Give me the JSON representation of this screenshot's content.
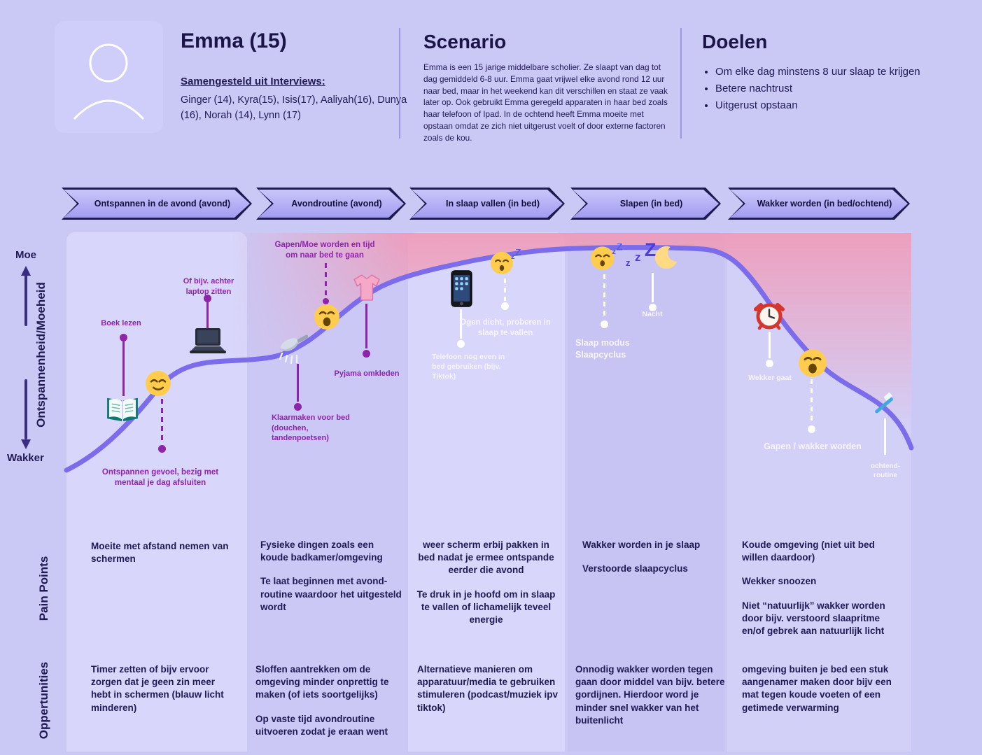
{
  "header": {
    "persona_name": "Emma (15)",
    "interviews_label": "Samengesteld uit Interviews:",
    "interviews_names": "Ginger (14), Kyra(15), Isis(17), Aaliyah(16), Dunya (16), Norah (14), Lynn (17)",
    "scenario_title": "Scenario",
    "scenario_text": "Emma is een 15 jarige middelbare scholier. Ze slaapt van dag tot dag gemiddeld 6-8 uur. Emma gaat vrijwel elke avond rond 12 uur naar bed, maar in het weekend kan dit verschillen en staat ze vaak later op. Ook gebruikt Emma geregeld apparaten in haar bed zoals haar telefoon of Ipad. In de ochtend heeft Emma moeite met opstaan omdat ze zich niet uitgerust voelt of door externe factoren zoals de kou.",
    "goals_title": "Doelen",
    "goals": [
      "Om elke dag minstens 8 uur slaap te krijgen",
      "Betere nachtrust",
      "Uitgerust opstaan"
    ]
  },
  "axis": {
    "top": "Moe",
    "label": "Ontspannenheid/Moeheid",
    "bottom": "Wakker"
  },
  "row_labels": {
    "pain": "Pain Points",
    "opportunities": "Oppertunities"
  },
  "zzz": [
    "z",
    "z",
    "Z"
  ],
  "icons": {
    "avatar": "person-silhouette-icon",
    "journey": [
      "open-book-icon",
      "relieved-face-icon",
      "laptop-icon",
      "yawning-face-icon",
      "shower-icon",
      "pajama-top-icon",
      "smartphone-icon",
      "sleeping-face-icon",
      "zzz-icon",
      "crescent-moon-icon",
      "alarm-clock-icon",
      "toothbrush-icon"
    ]
  },
  "columns": [
    {
      "phase": "Ontspannen in de avond (avond)",
      "annotations": [
        "Boek lezen",
        "Of bijv. achter laptop zitten",
        "Ontspannen gevoel, bezig met mentaal je dag afsluiten"
      ],
      "pain": [
        "Moeite met afstand nemen van schermen"
      ],
      "opportunities": [
        "Timer zetten of bijv ervoor zorgen dat je geen zin meer hebt in schermen (blauw licht minderen)"
      ]
    },
    {
      "phase": "Avondroutine (avond)",
      "annotations": [
        "Gapen/Moe worden en tijd om naar bed te gaan",
        "Klaarmaken voor bed (douchen, tandenpoetsen)",
        "Pyjama omkleden"
      ],
      "pain": [
        "Fysieke dingen zoals een koude badkamer/omgeving",
        "Te laat beginnen met avond-routine waardoor het uitgesteld wordt"
      ],
      "opportunities": [
        "Sloffen aantrekken om de omgeving minder onprettig te maken (of iets soortgelijks)",
        "Op vaste tijd avondroutine uitvoeren zodat je eraan went"
      ]
    },
    {
      "phase": "In slaap vallen (in bed)",
      "annotations": [
        "Telefoon nog even in bed gebruiken (bijv. Tiktok)",
        "Ogen dicht, proberen in slaap te vallen"
      ],
      "pain": [
        "weer scherm erbij pakken in bed nadat je ermee ontspande eerder die avond",
        "Te druk in je hoofd om in slaap te vallen of lichamelijk teveel energie"
      ],
      "opportunities": [
        "Alternatieve manieren om apparatuur/media te gebruiken stimuleren (podcast/muziek ipv tiktok)"
      ]
    },
    {
      "phase": "Slapen (in bed)",
      "annotations": [
        "Slaap modus\nSlaapcyclus",
        "Nacht"
      ],
      "pain": [
        "Wakker worden in je slaap",
        "Verstoorde slaapcyclus"
      ],
      "opportunities": [
        "Onnodig wakker worden tegen gaan door middel van bijv. betere gordijnen. Hierdoor word je minder snel wakker van het buitenlicht"
      ]
    },
    {
      "phase": "Wakker worden (in bed/ochtend)",
      "annotations": [
        "Wekker gaat",
        "Gapen / wakker worden",
        "ochtend-\nroutine"
      ],
      "pain": [
        "Koude omgeving (niet uit bed willen daardoor)",
        "Wekker snoozen",
        "Niet “natuurlijk” wakker worden door bijv. verstoord slaapritme en/of gebrek aan natuurlijk licht"
      ],
      "opportunities": [
        "omgeving buiten je bed een stuk aangenamer maken door bijv een mat tegen koude voeten of een getimede verwarming"
      ]
    }
  ]
}
